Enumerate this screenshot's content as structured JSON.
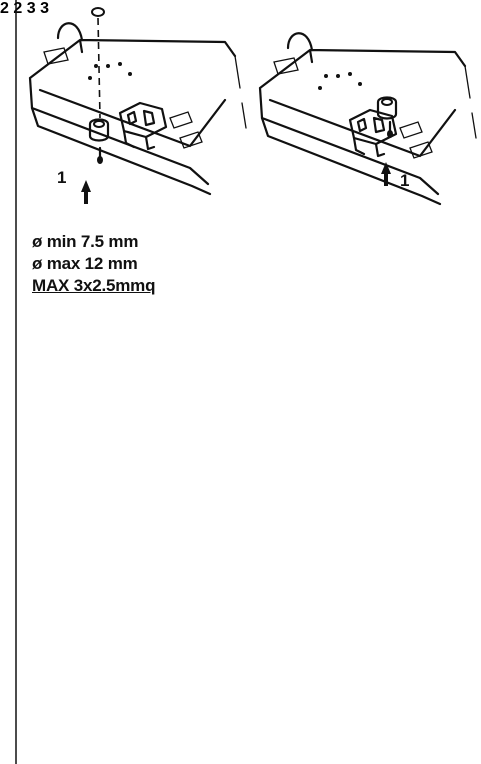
{
  "specs": {
    "line1": "ø min 7.5 mm",
    "line2": "ø max 12 mm",
    "line3": "MAX 3x2.5mmq"
  },
  "step_labels": {
    "p1": "1",
    "p2": "1",
    "p3": "2",
    "p4": "2",
    "p5": "3",
    "p6": "3"
  }
}
